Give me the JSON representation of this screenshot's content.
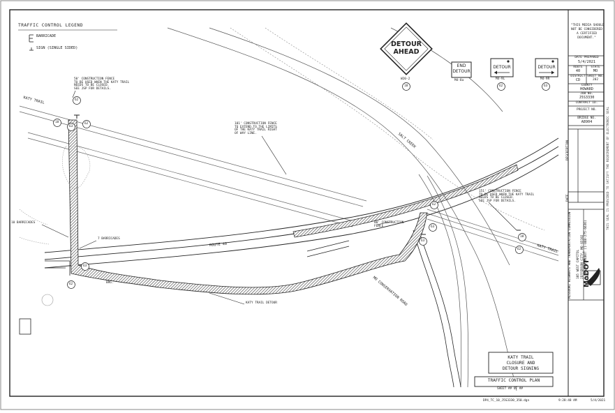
{
  "legend": {
    "title": "TRAFFIC CONTROL LEGEND",
    "barricade": "BARRICADE",
    "sign": "SIGN (SINGLE SIDED)"
  },
  "signs": [
    {
      "line1": "DETOUR",
      "line2": "AHEAD",
      "code": "W20-2",
      "callout": "18"
    },
    {
      "line1": "END",
      "line2": "DETOUR",
      "code": "M4-8a",
      "callout": ""
    },
    {
      "line1": "",
      "line2": "DETOUR",
      "code": "M4-9L",
      "callout": "62"
    },
    {
      "line1": "",
      "line2": "DETOUR",
      "code": "M4-9R",
      "callout": "63"
    }
  ],
  "notes": {
    "fence_50": "50' CONSTRUCTION FENCE\nTO BE USED WHEN THE KATY TRAIL\nNEEDS TO BE CLOSED.\nSEE JSP FOR DETAILS.",
    "fence_101": "101' CONSTRUCTION FENCE\nTO EXTEND TO THE LIMITS\nOF THE KATY TRAIL RIGHT\nOF WAY LINE.",
    "fence_80": "80' CONSTRUCTION\nFENCE",
    "fence_151": "151' CONSTRUCTION FENCE\nTO BE USED WHEN THE KATY TRAIL\nNEEDS TO BE CLOSED.\nSEE JSP FOR DETAILS."
  },
  "labels": {
    "katy_trail": "KATY TRAIL",
    "katy_trail_right": "KATY TRAIL",
    "salt_creek": "SALT CREEK",
    "route_40": "ROUTE 40",
    "mo_conservation_road": "MO CONSERVATION ROAD",
    "katy_trail_detour": "KATY TRAIL DETOUR",
    "barricades_10": "10 BARRICADES",
    "barricades_7": "7 BARRICADES",
    "bottom_label": "BRG."
  },
  "callouts": [
    "18",
    "63",
    "62",
    "62",
    "63",
    "62",
    "63",
    "62",
    "18",
    "62",
    "63"
  ],
  "title_block": {
    "disclaimer": "\"THIS MEDIA SHOULD\nNOT BE CONSIDERED\nA CERTIFIED\nDOCUMENT.\"",
    "date_prepared_label": "DATE PREPARED",
    "date_prepared": "5/4/2021",
    "route_label": "ROUTE",
    "route": "40",
    "state_label": "STATE",
    "state": "MO",
    "district_label": "DISTRICT",
    "district": "CD",
    "sheet_no_label": "SHEET NO.",
    "sheet_no": "202",
    "county_label": "COUNTY",
    "county": "HOWARD",
    "job_no_label": "JOB NO.",
    "job_no": "J5S3330",
    "contract_id_label": "CONTRACT ID.",
    "project_no_label": "PROJECT NO.",
    "bridge_no_label": "BRIDGE NO.",
    "bridge_no": "A8904",
    "description_label": "DESCRIPTION",
    "date_label": "DATE",
    "agency": "MISSOURI HIGHWAYS AND TRANSPORTATION COMMISSION",
    "address": "105 WEST CAPITOL\nJEFFERSON CITY, MO 65102\n1-888-ASK-MODOT (1-888-275-6636)",
    "logo": "MoDOT",
    "seal_note": "THIS SEAL IS PROVIDED TO SATISFY THE REQUIREMENT OF ELECTRONIC SEAL"
  },
  "sheet_titles": {
    "subtitle": "KATY TRAIL\nCLOSURE AND\nDETOUR SIGNING",
    "title": "TRAFFIC CONTROL PLAN",
    "sheet_of": "SHEET ## OF ##"
  },
  "footer": {
    "filename": "DP4_TC_10_J5S3330_350.dgn",
    "time": "9:28:48 AM",
    "date": "5/4/2021"
  },
  "colors": {
    "ink": "#222222",
    "hatch": "#555555",
    "paper": "#ffffff"
  }
}
